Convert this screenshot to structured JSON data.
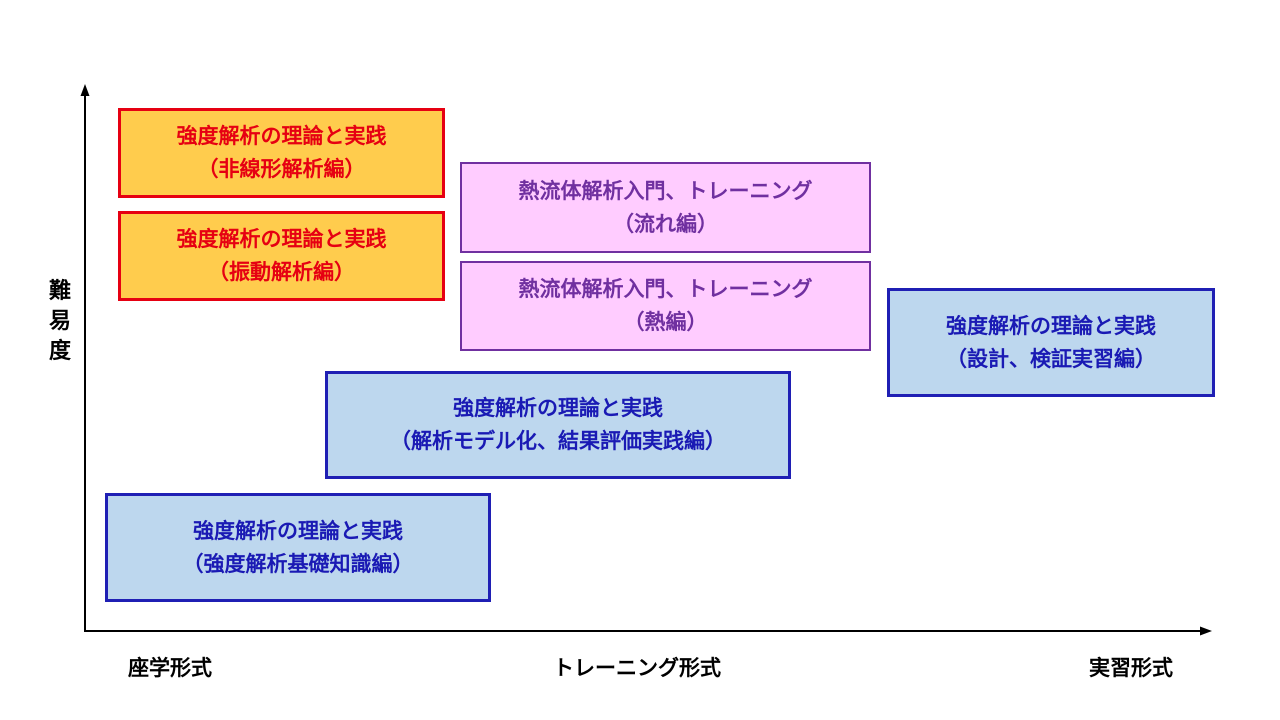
{
  "boxes": [
    {
      "id": "b1",
      "line1": "強度解析の理論と実践",
      "line2": "（非線形解析編）"
    },
    {
      "id": "b2",
      "line1": "強度解析の理論と実践",
      "line2": "（振動解析編）"
    },
    {
      "id": "b3",
      "line1": "熱流体解析入門、トレーニング",
      "line2": "（流れ編）"
    },
    {
      "id": "b4",
      "line1": "熱流体解析入門、トレーニング",
      "line2": "（熱編）"
    },
    {
      "id": "b5",
      "line1": "強度解析の理論と実践",
      "line2": "（設計、検証実習編）"
    },
    {
      "id": "b6",
      "line1": "強度解析の理論と実践",
      "line2": "（解析モデル化、結果評価実践編）"
    },
    {
      "id": "b7",
      "line1": "強度解析の理論と実践",
      "line2": "（強度解析基礎知識編）"
    }
  ],
  "axis": {
    "y_label_chars": [
      "難",
      "易",
      "度"
    ],
    "x_labels": [
      "座学形式",
      "トレーニング形式",
      "実習形式"
    ]
  },
  "colors": {
    "yellow_fill": "#ffcc4d",
    "red_border_text": "#e60012",
    "pink_fill": "#ffccff",
    "purple_border_text": "#7030a0",
    "blue_fill": "#bdd7ee",
    "blue_border_text": "#1f1fb4"
  }
}
